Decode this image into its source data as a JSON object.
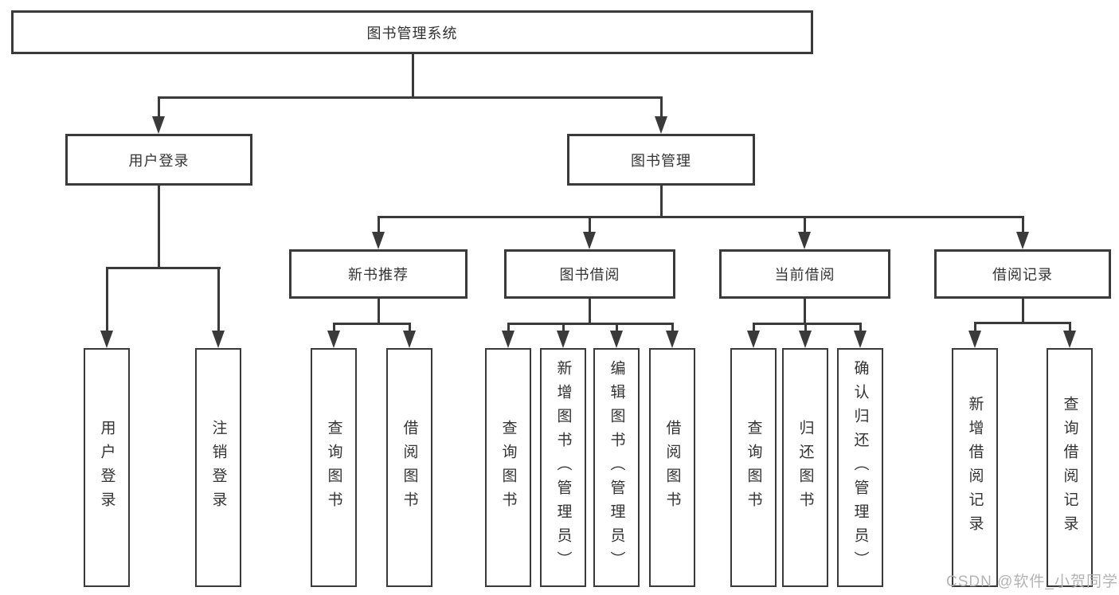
{
  "diagram": {
    "type": "functional-structure-chart",
    "root": {
      "label": "图书管理系统"
    },
    "branches": [
      {
        "label": "用户登录",
        "children": [
          {
            "label": "用户登录"
          },
          {
            "label": "注销登录"
          }
        ]
      },
      {
        "label": "图书管理",
        "children": [
          {
            "label": "新书推荐",
            "children": [
              {
                "label": "查询图书"
              },
              {
                "label": "借阅图书"
              }
            ]
          },
          {
            "label": "图书借阅",
            "children": [
              {
                "label": "查询图书"
              },
              {
                "label": "新增图书（管理员）"
              },
              {
                "label": "编辑图书（管理员）"
              },
              {
                "label": "借阅图书"
              }
            ]
          },
          {
            "label": "当前借阅",
            "children": [
              {
                "label": "查询图书"
              },
              {
                "label": "归还图书"
              },
              {
                "label": "确认归还（管理员）"
              }
            ]
          },
          {
            "label": "借阅记录",
            "children": [
              {
                "label": "新增借阅记录"
              },
              {
                "label": "查询借阅记录"
              }
            ]
          }
        ]
      }
    ]
  },
  "watermark": {
    "text": "CSDN @软件_小贺同学"
  },
  "colors": {
    "line": "#3a3a3a",
    "box_border": "#3a3a3a",
    "box_fill": "#ffffff",
    "text": "#333333",
    "background": "#ffffff",
    "watermark": "#b3b3b3"
  }
}
